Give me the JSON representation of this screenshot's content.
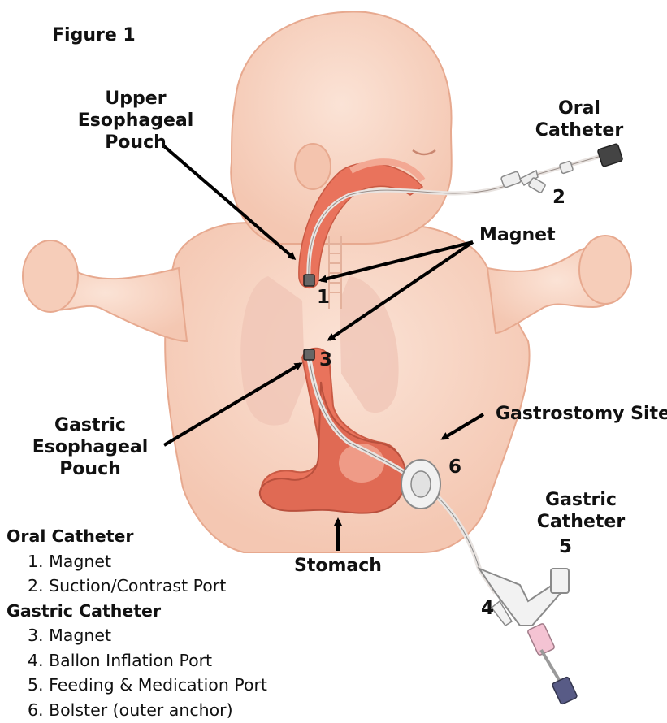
{
  "figure_title": "Figure 1",
  "labels": {
    "upper_pouch": [
      "Upper",
      "Esophageal",
      "Pouch"
    ],
    "oral_catheter": [
      "Oral",
      "Catheter"
    ],
    "magnet": "Magnet",
    "gastric_pouch": [
      "Gastric",
      "Esophageal",
      "Pouch"
    ],
    "gastrostomy_site": "Gastrostomy Site",
    "stomach": "Stomach",
    "gastric_catheter": [
      "Gastric",
      "Catheter"
    ]
  },
  "numbers": [
    "1",
    "2",
    "3",
    "4",
    "5",
    "6"
  ],
  "legend": {
    "oral_heading": "Oral Catheter",
    "oral_items": [
      "1. Magnet",
      "2. Suction/Contrast Port"
    ],
    "gastric_heading": "Gastric Catheter",
    "gastric_items": [
      "3. Magnet",
      "4. Ballon Inflation Port",
      "5. Feeding & Medication Port",
      "6. Bolster (outer anchor)"
    ]
  },
  "colors": {
    "skin": "#f8d6c4",
    "skin_outline": "#e7a98f",
    "organ": "#e9735c",
    "organ_light": "#f3a893",
    "lung": "#f0c6b6",
    "arrow": "#000000"
  }
}
